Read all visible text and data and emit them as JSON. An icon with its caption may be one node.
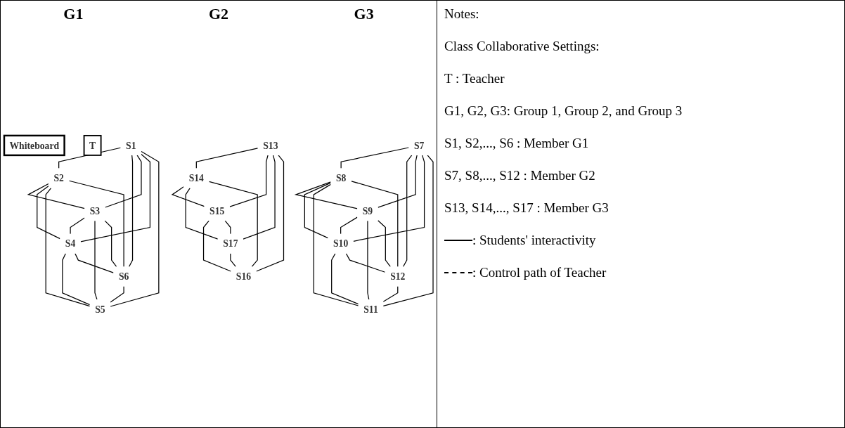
{
  "diagram": {
    "nodes": [
      {
        "text": [
          "Whiteboard"
        ]
      },
      {
        "text": [
          "T"
        ]
      },
      {
        "text": [
          "S1"
        ]
      },
      {
        "text": [
          "S2"
        ]
      },
      {
        "text": [
          "S3"
        ]
      },
      {
        "text": [
          "S4"
        ]
      },
      {
        "text": [
          "S5"
        ]
      },
      {
        "text": [
          "S6"
        ]
      },
      {
        "text": [
          "S7"
        ]
      },
      {
        "text": [
          "S8"
        ]
      },
      {
        "text": [
          "S9"
        ]
      },
      {
        "text": [
          "S10"
        ]
      },
      {
        "text": [
          "S11"
        ]
      },
      {
        "text": [
          "S12"
        ]
      },
      {
        "text": [
          "S14"
        ]
      },
      {
        "text": [
          "S13"
        ]
      },
      {
        "text": [
          "S15"
        ]
      },
      {
        "text": [
          "S17"
        ]
      },
      {
        "text": [
          "S16"
        ]
      }
    ],
    "edges": [
      {
        "from": 3,
        "to": 4,
        "arrow": "none"
      },
      {
        "from": 2,
        "to": 3,
        "arrow": "none"
      },
      {
        "from": 4,
        "to": 5,
        "arrow": "none"
      },
      {
        "from": 2,
        "to": 7,
        "arrow": "none"
      },
      {
        "from": 5,
        "to": 6,
        "arrow": "none"
      },
      {
        "from": 7,
        "to": 6,
        "arrow": "none"
      },
      {
        "from": 2,
        "to": 4,
        "arrow": "none"
      },
      {
        "from": 2,
        "to": 5,
        "arrow": "none"
      },
      {
        "from": 2,
        "to": 6,
        "arrow": "none"
      },
      {
        "from": 3,
        "to": 5,
        "arrow": "none"
      },
      {
        "from": 3,
        "to": 6,
        "arrow": "none"
      },
      {
        "from": 3,
        "to": 7,
        "arrow": "none"
      },
      {
        "from": 4,
        "to": 6,
        "arrow": "none"
      },
      {
        "from": 4,
        "to": 7,
        "arrow": "none"
      },
      {
        "from": 5,
        "to": 7,
        "arrow": "none"
      },
      {
        "from": 9,
        "to": 10,
        "arrow": "none"
      },
      {
        "from": 8,
        "to": 9,
        "arrow": "none"
      },
      {
        "from": 10,
        "to": 11,
        "arrow": "none"
      },
      {
        "from": 8,
        "to": 13,
        "arrow": "none"
      },
      {
        "from": 11,
        "to": 12,
        "arrow": "none"
      },
      {
        "from": 13,
        "to": 12,
        "arrow": "none"
      },
      {
        "from": 8,
        "to": 10,
        "arrow": "none"
      },
      {
        "from": 8,
        "to": 11,
        "arrow": "none"
      },
      {
        "from": 8,
        "to": 12,
        "arrow": "none"
      },
      {
        "from": 9,
        "to": 11,
        "arrow": "none"
      },
      {
        "from": 9,
        "to": 12,
        "arrow": "none"
      },
      {
        "from": 9,
        "to": 13,
        "arrow": "none"
      },
      {
        "from": 10,
        "to": 12,
        "arrow": "none"
      },
      {
        "from": 10,
        "to": 13,
        "arrow": "none"
      },
      {
        "from": 11,
        "to": 13,
        "arrow": "none"
      },
      {
        "from": 15,
        "to": 14,
        "arrow": "none"
      },
      {
        "from": 14,
        "to": 16,
        "arrow": "none"
      },
      {
        "from": 15,
        "to": 16,
        "arrow": "none"
      },
      {
        "from": 15,
        "to": 17,
        "arrow": "none"
      },
      {
        "from": 16,
        "to": 18,
        "arrow": "none"
      },
      {
        "from": 17,
        "to": 18,
        "arrow": "none"
      },
      {
        "from": 14,
        "to": 17,
        "arrow": "none"
      },
      {
        "from": 14,
        "to": 18,
        "arrow": "none"
      },
      {
        "from": 15,
        "to": 18,
        "arrow": "none"
      },
      {
        "from": 16,
        "to": 17,
        "arrow": "none"
      }
    ],
    "labels": [
      "G1",
      "G2",
      "G3",
      "Notes:",
      "Class Collaborative Settings:",
      "T : Teacher",
      "G1, G2, G3: Group 1, Group 2, and Group 3",
      "S1, S2,..., S6 : Member G1",
      "S7, S8,..., S12 : Member G2",
      "S13, S14,..., S17 : Member G3"
    ],
    "legend": [
      {
        "text": ": Students' interactivity"
      },
      {
        "text": " : Control path of Teacher"
      }
    ]
  }
}
